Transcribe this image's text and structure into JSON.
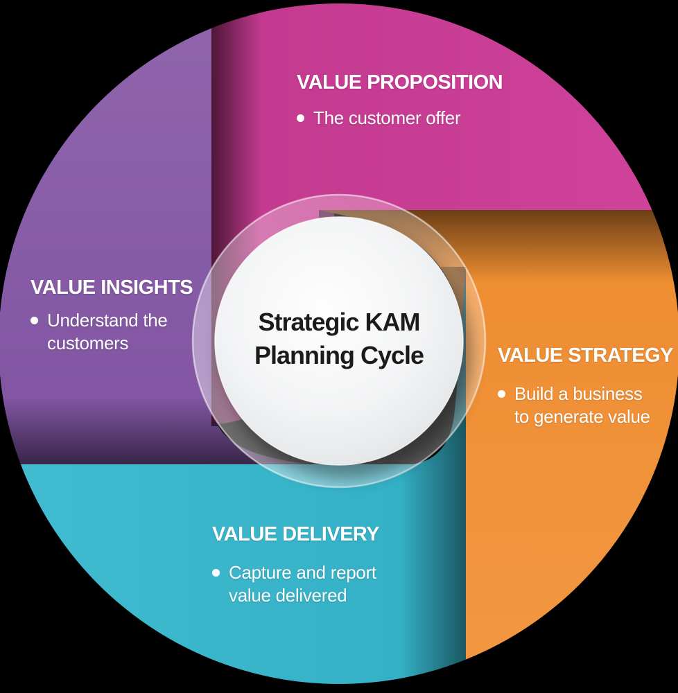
{
  "diagram": {
    "type": "cycle-pinwheel",
    "background_color": "#000000",
    "center": {
      "line1": "Strategic KAM",
      "line2": "Planning Cycle",
      "sphere_color": "#F3F4F5",
      "text_color": "#1B1B1B"
    },
    "quadrants": [
      {
        "id": "value-proposition",
        "position": "top",
        "title": "VALUE PROPOSITION",
        "color": "#C93D95",
        "bullet_lines": [
          "The customer offer",
          ""
        ]
      },
      {
        "id": "value-strategy",
        "position": "right",
        "title": "VALUE STRATEGY",
        "color": "#F0913A",
        "bullet_lines": [
          "Build a business",
          "to generate value"
        ]
      },
      {
        "id": "value-delivery",
        "position": "bottom",
        "title": "VALUE DELIVERY",
        "color": "#38B5CA",
        "bullet_lines": [
          "Capture and report",
          "value delivered"
        ]
      },
      {
        "id": "value-insights",
        "position": "left",
        "title": "VALUE INSIGHTS",
        "color": "#8A5CA7",
        "bullet_lines": [
          "Understand the",
          "customers"
        ]
      }
    ]
  }
}
